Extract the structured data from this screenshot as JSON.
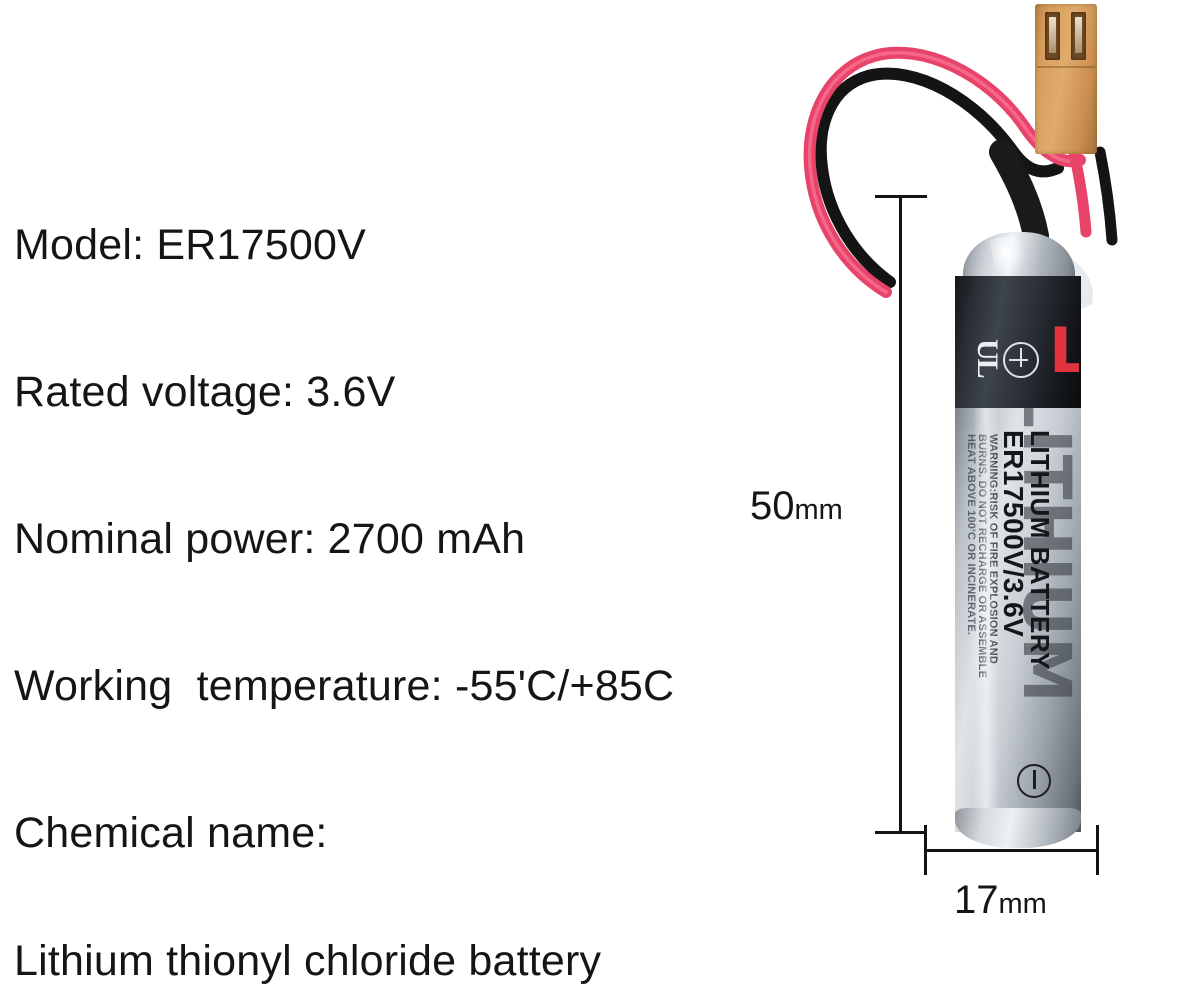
{
  "product": {
    "specs": [
      "Model: ER17500V",
      "Rated voltage: 3.6V",
      "Nominal power: 2700 mAh",
      "Working  temperature: -55'C/+85C",
      "Chemical name:",
      "Lithium thionyl chloride battery"
    ]
  },
  "dimensions": {
    "height": {
      "value": "50",
      "unit": "mm"
    },
    "width": {
      "value": "17",
      "unit": "mm"
    }
  },
  "battery_label": {
    "brand_wordmark": "LITHIUM",
    "brand_glyph": "L",
    "title": "LITHIUM BATTERY",
    "model": "ER17500V/3.6V",
    "warning_line_1": "WARNING:RISK OF FIRE  EXPLOSION AND",
    "warning_line_2": "BURNS. DO NOT RECHARGE OR ASSEMBLE",
    "warning_line_3": "HEAT ABOVE 100'C OR INCINERATE.",
    "certification_mark": "UL",
    "positive_terminal": "+",
    "negative_terminal": "−"
  },
  "colors": {
    "wire_positive": "#e8446a",
    "wire_negative": "#151515",
    "connector_body": "#d79e5e",
    "label_silver": "#c9cfd5",
    "band_dark": "#1c2026",
    "brand_red": "#e0343f",
    "dimension_line": "#111316",
    "text": "#151515",
    "background": "#ffffff"
  }
}
